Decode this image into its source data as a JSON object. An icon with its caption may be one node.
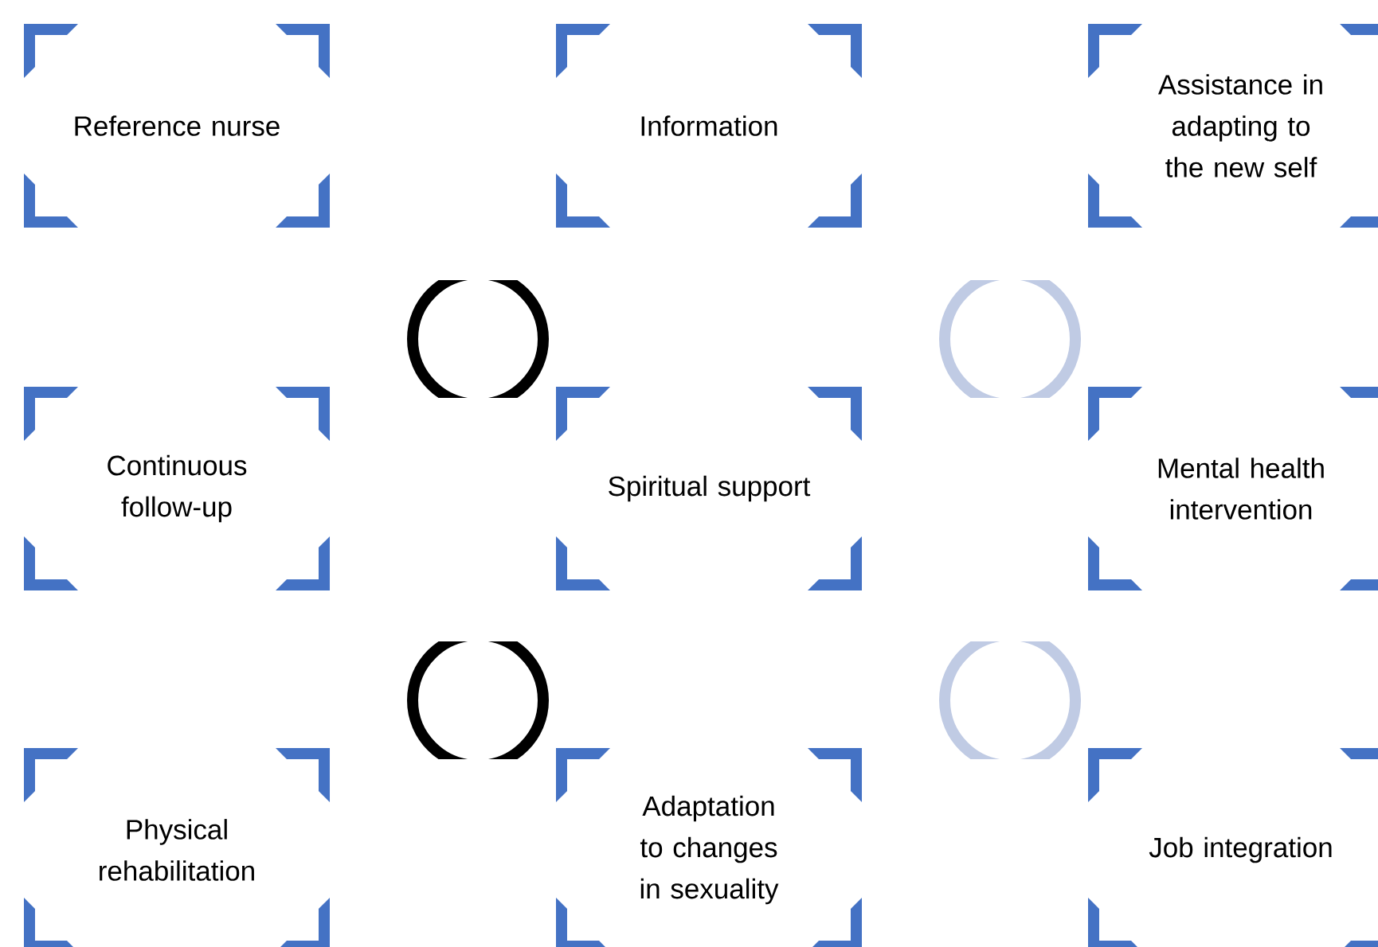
{
  "diagram": {
    "nodes": [
      {
        "text": [
          "Reference nurse"
        ]
      },
      {
        "text": [
          "Information"
        ]
      },
      {
        "text": [
          "Assistance in adapting to the new self"
        ]
      },
      {
        "text": [
          "Continuous follow-up"
        ]
      },
      {
        "text": [
          "Spiritual support"
        ]
      },
      {
        "text": [
          "Mental health intervention"
        ]
      },
      {
        "text": [
          "Physical rehabilitation"
        ]
      },
      {
        "text": [
          "Adaptation to changes in sexuality"
        ]
      },
      {
        "text": [
          "Job integration"
        ]
      }
    ]
  }
}
